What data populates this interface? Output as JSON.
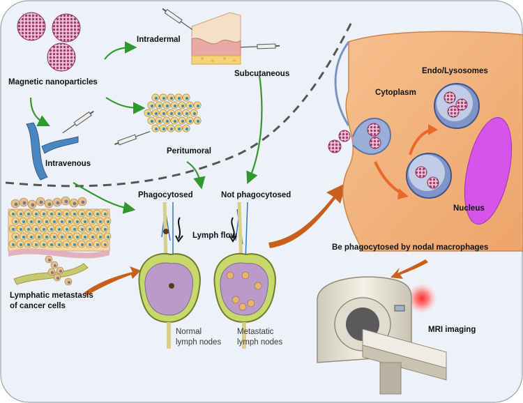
{
  "labels": {
    "magnetic_nanoparticles": "Magnetic nanoparticles",
    "intradermal": "Intradermal",
    "subcutaneous": "Subcutaneous",
    "intravenous": "Intravenous",
    "peritumoral": "Peritumoral",
    "phagocytosed": "Phagocytosed",
    "not_phagocytosed": "Not phagocytosed",
    "lymph_flow": "Lymph flow",
    "lymphatic_metastasis_line1": "Lymphatic metastasis",
    "lymphatic_metastasis_line2": "of cancer cells",
    "normal_line1": "Normal",
    "normal_line2": "lymph nodes",
    "metastatic_line1": "Metastatic",
    "metastatic_line2": "lymph nodes",
    "cytoplasm": "Cytoplasm",
    "endo_lysosomes": "Endo/Lysosomes",
    "nucleus": "Nucleus",
    "be_phagocytosed": "Be phagocytosed by nodal macrophages",
    "mri_imaging": "MRI imaging"
  },
  "colors": {
    "background_panel": "#eef2f8",
    "green_arrow": "#2e9a2e",
    "orange_arrow": "#c8601c",
    "cell_body": "#f2b47e",
    "nucleus": "#d455e8",
    "lysosome": "#7f95c8",
    "node_fill": "#c9d86a",
    "node_inner": "#b99ac9",
    "nanoparticle": "#b34a80"
  }
}
